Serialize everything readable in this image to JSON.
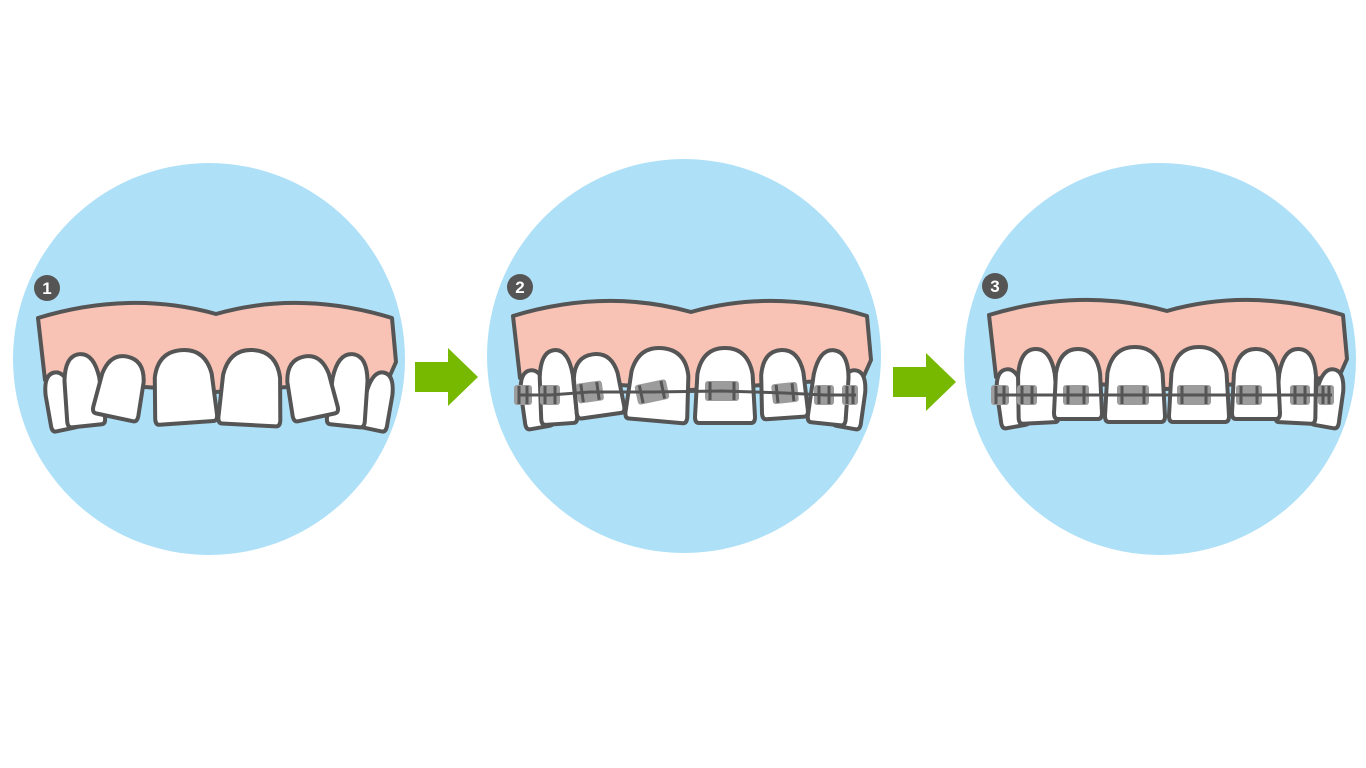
{
  "steps": [
    {
      "number": "1",
      "stage": "crooked-teeth",
      "braces": false
    },
    {
      "number": "2",
      "stage": "braces-applied",
      "braces": true
    },
    {
      "number": "3",
      "stage": "straightened",
      "braces": true
    }
  ],
  "colors": {
    "background_circle": "#aee0f8",
    "gum": "#f8c2b5",
    "outline": "#555555",
    "tooth": "#ffffff",
    "bracket": "#9c9c9c",
    "arrow": "#76b900",
    "badge": "#555555"
  }
}
